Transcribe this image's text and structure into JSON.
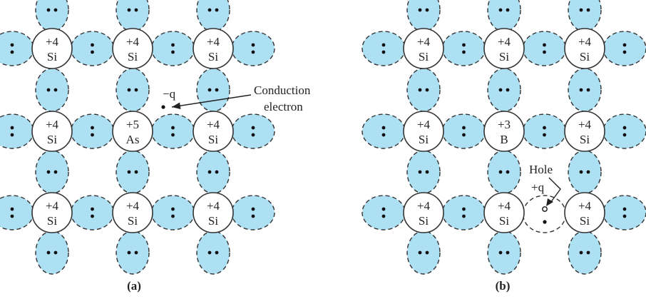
{
  "colors": {
    "bond_fill": "#aee0f4",
    "outline": "#333333",
    "text": "#222222"
  },
  "panel_a": {
    "caption": "(a)",
    "atoms": [
      [
        {
          "charge": "+4",
          "symbol": "Si"
        },
        {
          "charge": "+4",
          "symbol": "Si"
        },
        {
          "charge": "+4",
          "symbol": "Si"
        }
      ],
      [
        {
          "charge": "+4",
          "symbol": "Si"
        },
        {
          "charge": "+5",
          "symbol": "As"
        },
        {
          "charge": "+4",
          "symbol": "Si"
        }
      ],
      [
        {
          "charge": "+4",
          "symbol": "Si"
        },
        {
          "charge": "+4",
          "symbol": "Si"
        },
        {
          "charge": "+4",
          "symbol": "Si"
        }
      ]
    ],
    "electron_charge": "−q",
    "annotation_line1": "Conduction",
    "annotation_line2": "electron"
  },
  "panel_b": {
    "caption": "(b)",
    "atoms": [
      [
        {
          "charge": "+4",
          "symbol": "Si"
        },
        {
          "charge": "+4",
          "symbol": "Si"
        },
        {
          "charge": "+4",
          "symbol": "Si"
        }
      ],
      [
        {
          "charge": "+4",
          "symbol": "Si"
        },
        {
          "charge": "+3",
          "symbol": "B"
        },
        {
          "charge": "+4",
          "symbol": "Si"
        }
      ],
      [
        {
          "charge": "+4",
          "symbol": "Si"
        },
        {
          "charge": "+4",
          "symbol": "Si"
        },
        {
          "charge": "+4",
          "symbol": "Si"
        }
      ]
    ],
    "hole_label": "Hole",
    "hole_charge": "+q"
  }
}
